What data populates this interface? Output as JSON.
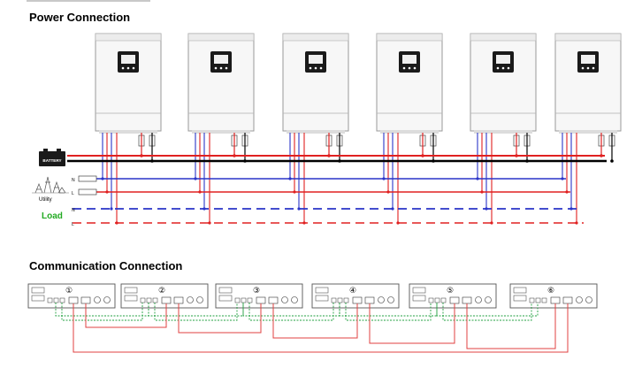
{
  "power": {
    "title": "Power Connection",
    "battery_label": "BATTERY",
    "utility_label": "Utility",
    "load_label": "Load",
    "line_labels": {
      "n": "N",
      "l": "L"
    },
    "inverter_count": 6,
    "colors": {
      "live": "#e02020",
      "neutral": "#2a34c8",
      "battery_pos": "#e02020",
      "battery_neg": "#000000",
      "load": "#2a34c8",
      "load_label": "#22aa22"
    }
  },
  "communication": {
    "title": "Communication Connection",
    "unit_numbers": [
      "①",
      "②",
      "③",
      "④",
      "⑤",
      "⑥"
    ],
    "colors": {
      "parallel_cable": "#22a040",
      "current_share": "#e04040",
      "panel_border": "#555555"
    }
  }
}
